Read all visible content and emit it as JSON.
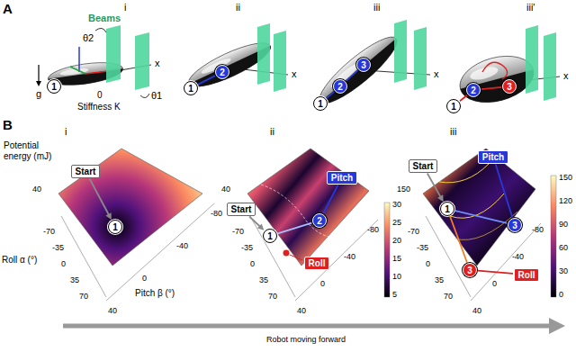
{
  "diagram": {
    "nodes": [
      {
        "text": [
          "1"
        ]
      },
      {
        "text": [
          "1"
        ]
      },
      {
        "text": [
          "2"
        ]
      },
      {
        "text": [
          "1"
        ]
      },
      {
        "text": [
          "2"
        ]
      },
      {
        "text": [
          "3"
        ]
      },
      {
        "text": [
          "1"
        ]
      },
      {
        "text": [
          "2"
        ]
      },
      {
        "text": [
          "3"
        ]
      },
      {
        "text": [
          "Start"
        ]
      },
      {
        "text": [
          "1"
        ]
      },
      {
        "text": [
          "Start"
        ]
      },
      {
        "text": [
          "1"
        ]
      },
      {
        "text": [
          "2"
        ]
      },
      {
        "text": [
          "Pitch"
        ]
      },
      {
        "text": [
          "Roll"
        ]
      },
      {
        "text": [
          "Start"
        ]
      },
      {
        "text": [
          "1"
        ]
      },
      {
        "text": [
          "Pitch"
        ]
      },
      {
        "text": [
          "3"
        ]
      },
      {
        "text": [
          "3"
        ]
      },
      {
        "text": [
          "Roll"
        ]
      }
    ],
    "edges": [
      {
        "from": 1,
        "to": 2,
        "arrow": "none"
      },
      {
        "from": 3,
        "to": 4,
        "arrow": "none"
      },
      {
        "from": 4,
        "to": 5,
        "arrow": "none"
      },
      {
        "from": 6,
        "to": 7,
        "arrow": "none"
      },
      {
        "from": 7,
        "to": 8,
        "arrow": "none"
      },
      {
        "from": 9,
        "to": 10,
        "arrow": "to"
      },
      {
        "from": 11,
        "to": 12,
        "arrow": "to"
      },
      {
        "from": 12,
        "to": 13,
        "arrow": "none"
      },
      {
        "from": 14,
        "to": 13,
        "arrow": "none"
      },
      {
        "from": 16,
        "to": 17,
        "arrow": "to"
      },
      {
        "from": 17,
        "to": 19,
        "arrow": "none"
      },
      {
        "from": 17,
        "to": 20,
        "arrow": "none"
      },
      {
        "from": 18,
        "to": 19,
        "arrow": "none"
      },
      {
        "from": 21,
        "to": 20,
        "arrow": "none"
      }
    ],
    "labels": [
      "A",
      "i",
      "Beams",
      "θ2",
      "x",
      "θ1",
      "0",
      "Stiffness K",
      "g",
      "ii",
      "x",
      "iii",
      "x",
      "iii'",
      "x",
      "B",
      "Potential energy (mJ)",
      "i",
      "40",
      "-70",
      "-35",
      "0",
      "35",
      "70",
      "40",
      "0",
      "-40",
      "-80",
      "Roll α (°)",
      "Pitch β (°)",
      "ii",
      "40",
      "-70",
      "-35",
      "0",
      "35",
      "70",
      "40",
      "0",
      "-40",
      "-80",
      "30",
      "25",
      "20",
      "15",
      "10",
      "5",
      "iii",
      "150",
      "-70",
      "-35",
      "0",
      "35",
      "70",
      "40",
      "0",
      "-40",
      "-80",
      "150",
      "120",
      "90",
      "60",
      "30",
      "0",
      "Robot moving forward"
    ]
  }
}
